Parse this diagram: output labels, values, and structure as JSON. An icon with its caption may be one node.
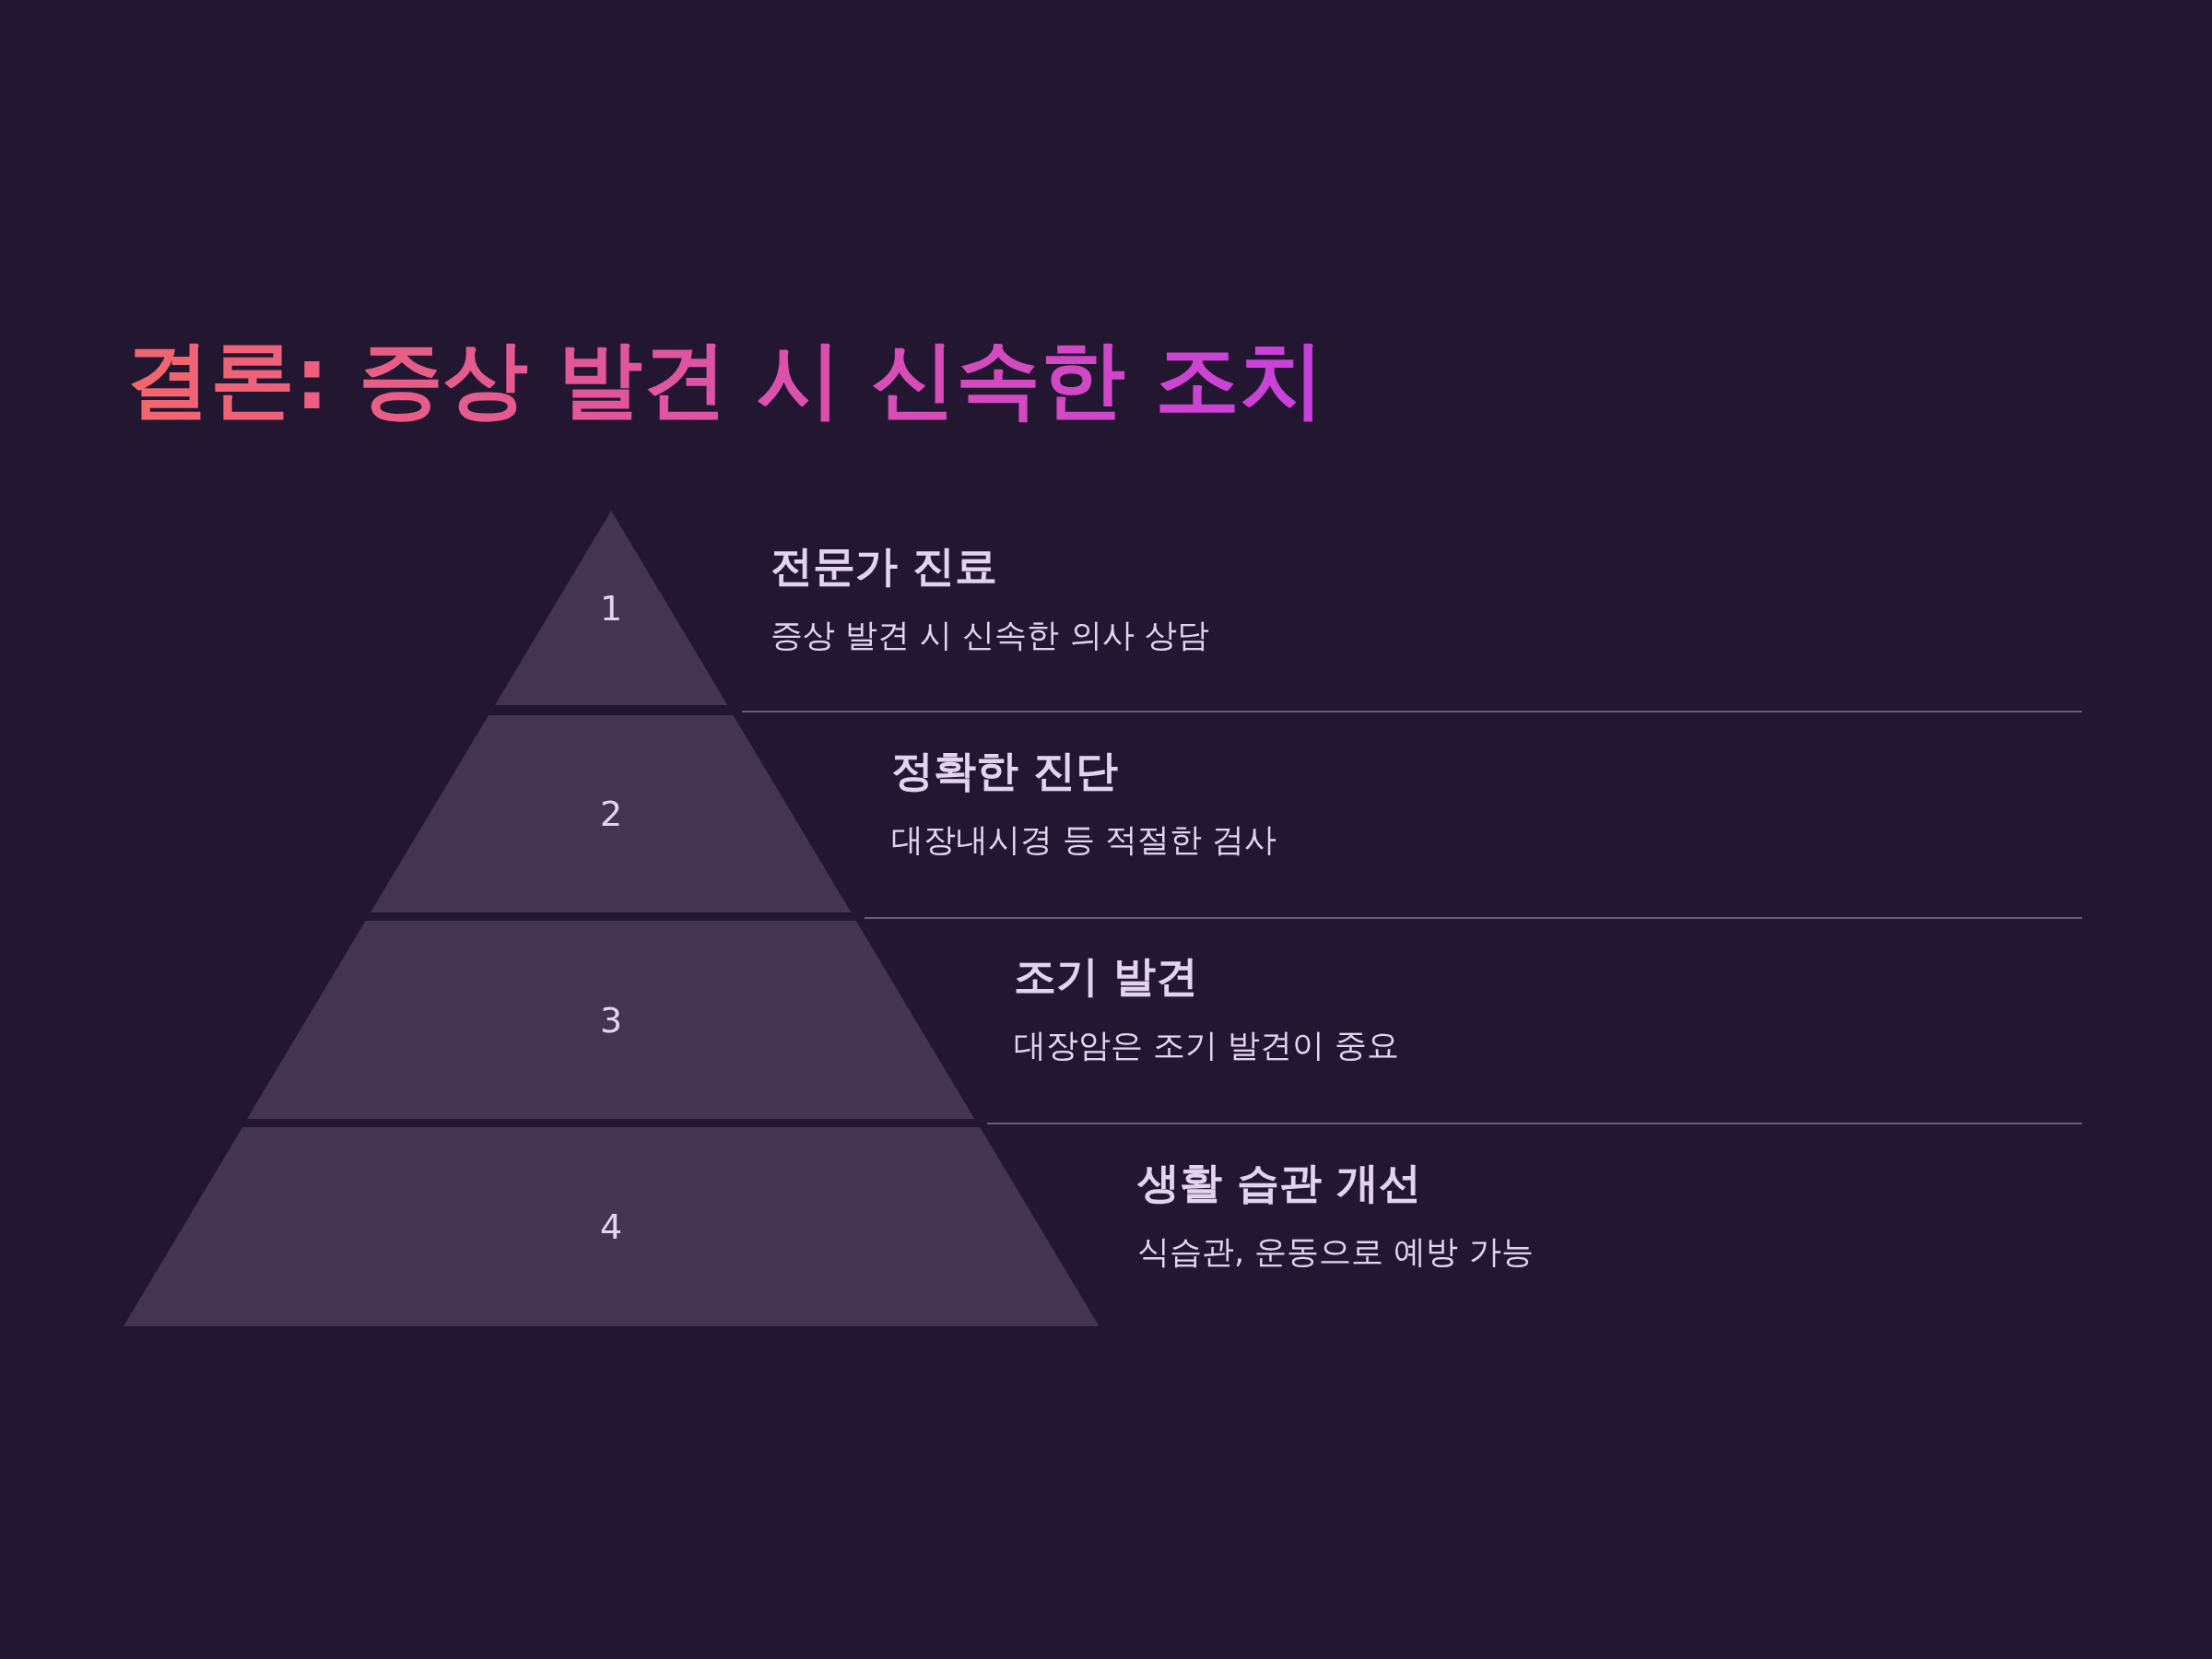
{
  "diagram": {
    "title": "결론: 증상 발견 시 신속한 조치",
    "nodes": [
      {
        "text": [
          "1"
        ],
        "beside": [
          "전문가 진료",
          "증상 발견 시 신속한 의사 상담"
        ]
      },
      {
        "text": [
          "2"
        ],
        "beside": [
          "정확한 진단",
          "대장내시경 등 적절한 검사"
        ]
      },
      {
        "text": [
          "3"
        ],
        "beside": [
          "조기 발견",
          "대장암은 조기 발견이 중요"
        ]
      },
      {
        "text": [
          "4"
        ],
        "beside": [
          "생활 습관 개선",
          "식습관, 운동으로 예방 가능"
        ]
      }
    ],
    "edges": []
  }
}
